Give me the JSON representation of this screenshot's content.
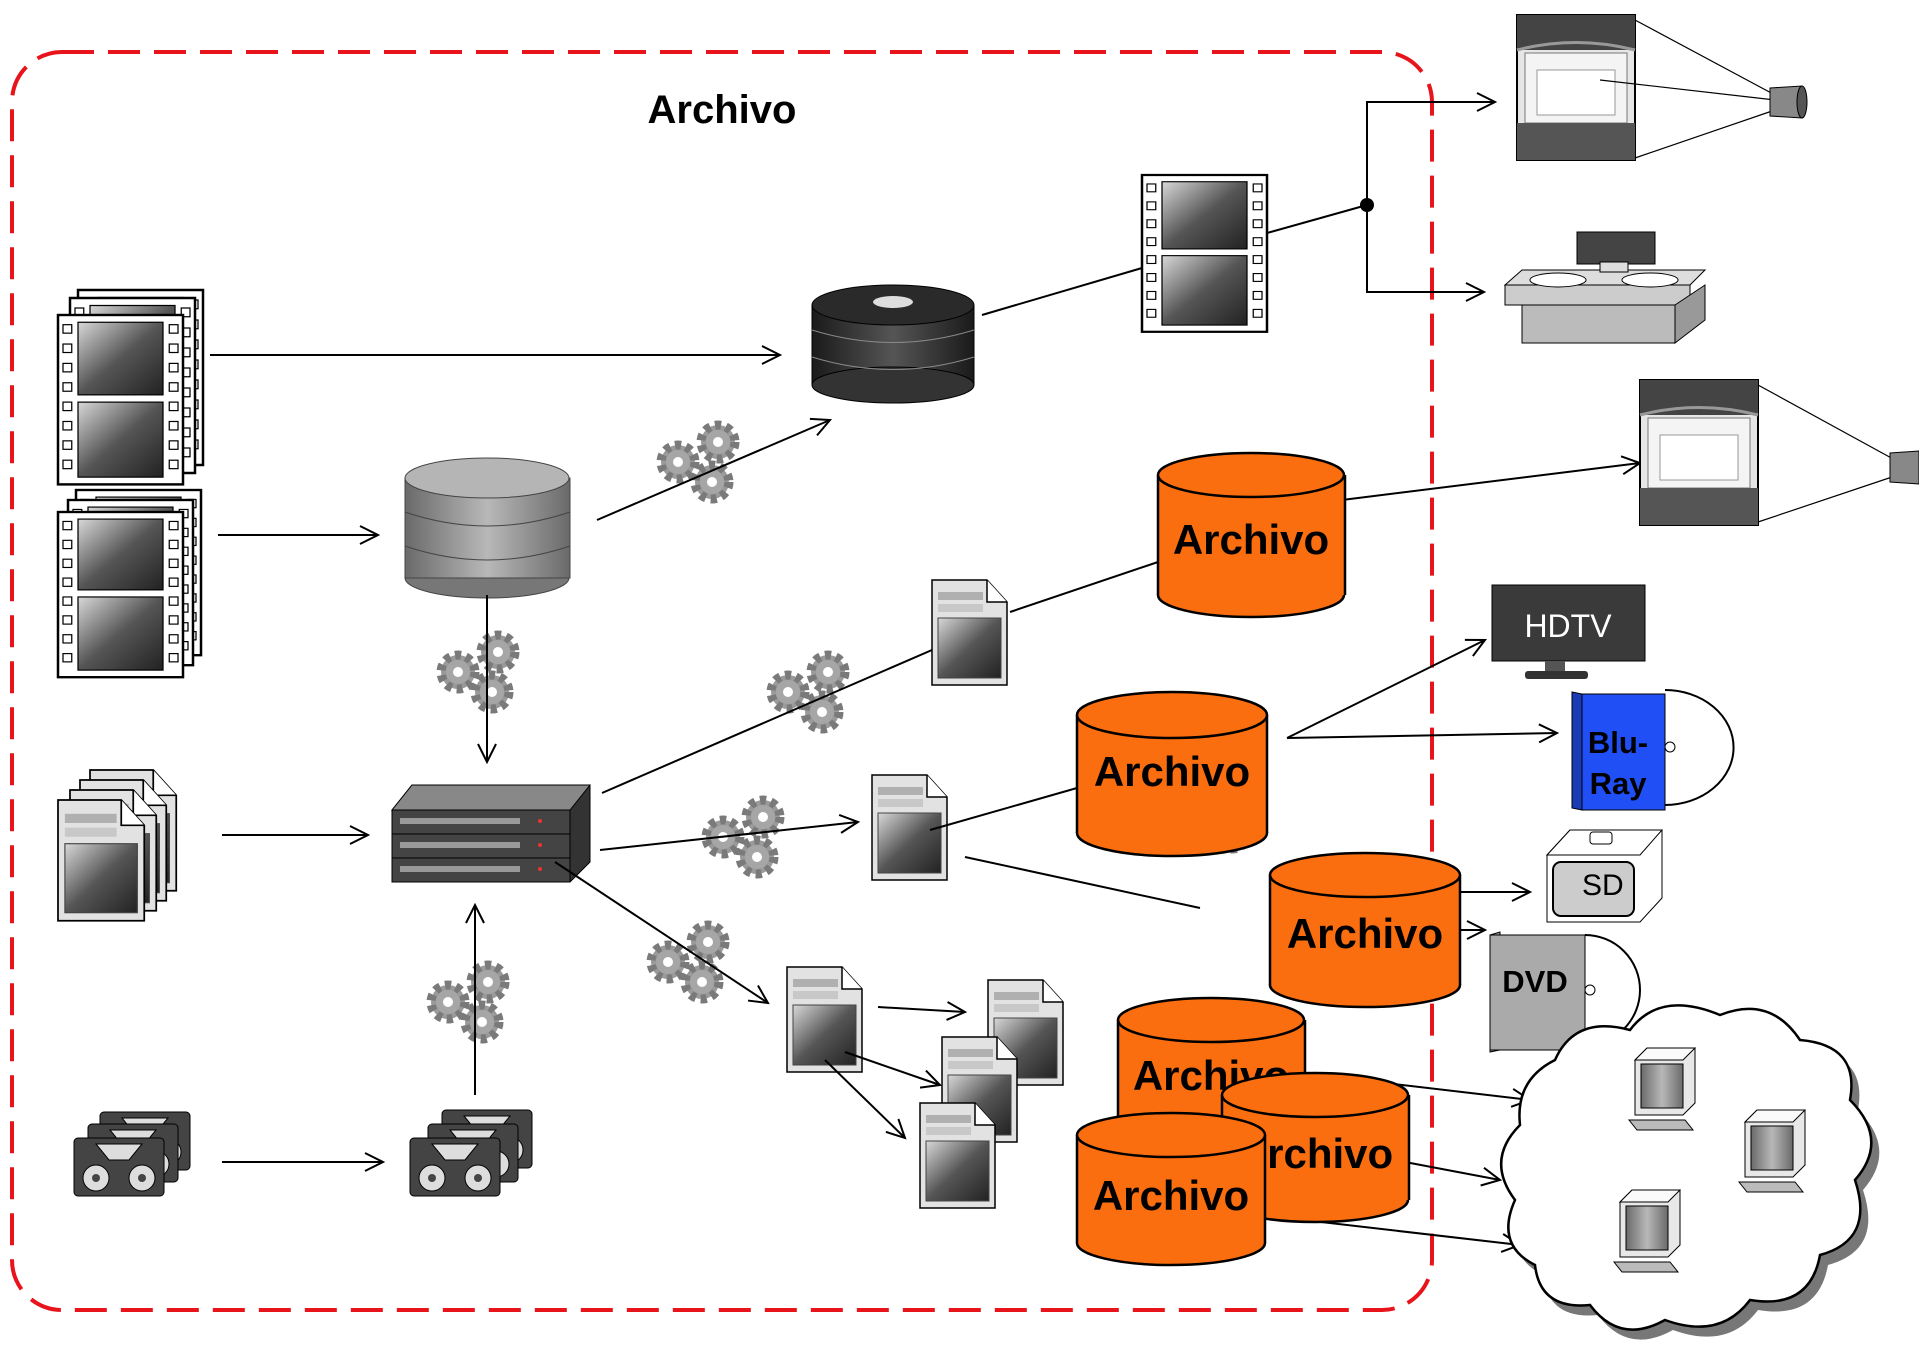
{
  "title": "Archivo",
  "cylinders": [
    {
      "label": "Archivo"
    },
    {
      "label": "Archivo"
    },
    {
      "label": "Archivo"
    },
    {
      "label": "Archivo"
    },
    {
      "label": "Archivo"
    },
    {
      "label": "Archivo"
    }
  ],
  "outputs": {
    "hdtv": "HDTV",
    "bluray_line1": "Blu-",
    "bluray_line2": "Ray",
    "sd": "SD",
    "dvd": "DVD"
  },
  "colors": {
    "boundary": "#e8141b",
    "archive_fill": "#fa6e10",
    "bluray_fill": "#1f4ff5",
    "hdtv_fill": "#3a3a3a"
  }
}
